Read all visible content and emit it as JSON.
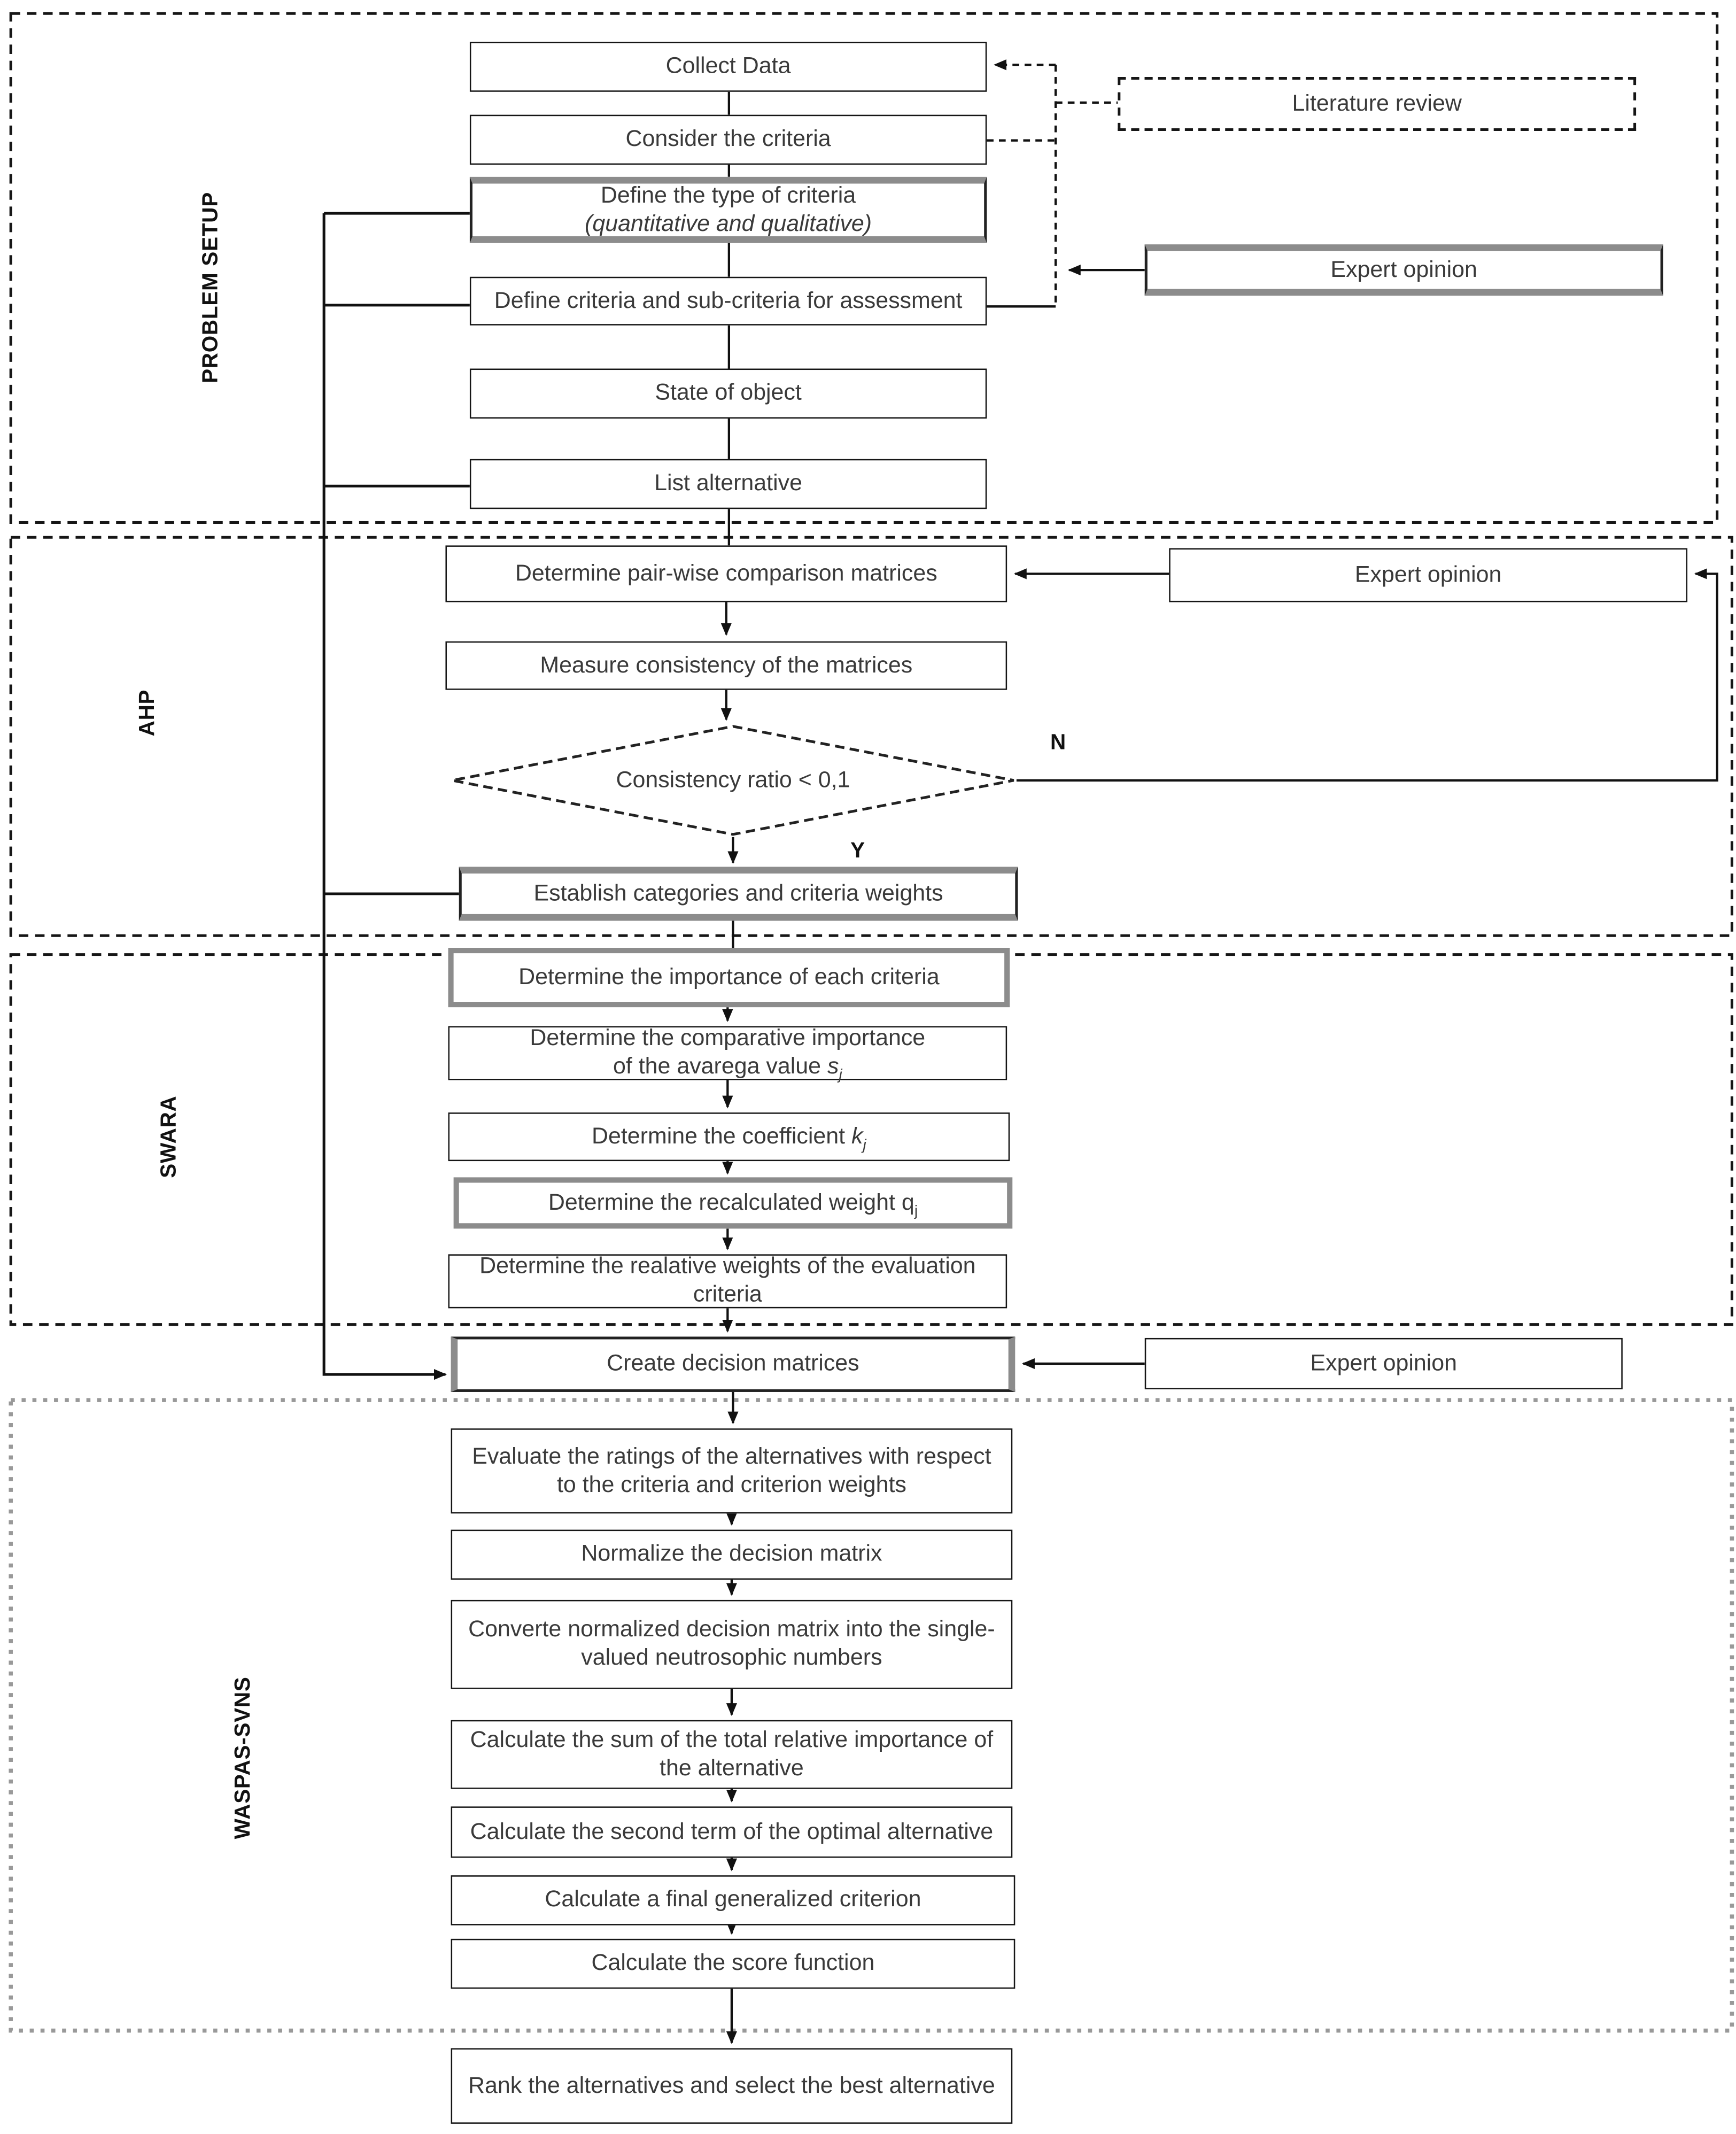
{
  "figure": {
    "type": "methodology-flowchart",
    "colors": {
      "box_border": "#161616",
      "emphasis_border": "#8c8c8c",
      "text": "#3a3a3a",
      "waspas_border_gray": "#999999"
    }
  },
  "sections": [
    {
      "label": "PROBLEM SETUP"
    },
    {
      "label": "AHP"
    },
    {
      "label": "SWARA"
    },
    {
      "label": "WASPAS-SVNS"
    }
  ],
  "nodes": {
    "collect_data": "Collect Data",
    "consider_criteria": "Consider the criteria",
    "define_type": {
      "line1": "Define the type of criteria",
      "line2": "(quantitative and qualitative)"
    },
    "define_criteria": "Define criteria and sub-criteria for assessment",
    "state_of_object": "State of object",
    "list_alternative": "List alternative",
    "literature_review": "Literature review",
    "expert_opinion_1": "Expert opinion",
    "determine_pairwise": "Determine pair-wise comparison matrices",
    "expert_opinion_2": "Expert opinion",
    "measure_consistency": "Measure consistency of the matrices",
    "consistency_decision": "Consistency ratio < 0,1",
    "establish_categories": "Establish categories and criteria weights",
    "determine_importance": "Determine the importance of each criteria",
    "comparative_importance": {
      "line1": "Determine the comparative importance",
      "line2": "of the avarega value ",
      "var": "s",
      "sub": "j"
    },
    "coefficient": {
      "text": "Determine the coefficient ",
      "var": "k",
      "sub": "j"
    },
    "recalculated_weight": {
      "text": "Determine the recalculated weight ",
      "var": "q",
      "sub": "j"
    },
    "relative_weights": "Determine the realative weights of the evaluation criteria",
    "create_decision": "Create decision matrices",
    "expert_opinion_3": "Expert opinion",
    "evaluate_ratings": "Evaluate the ratings of the alternatives with respect to the criteria and criterion weights",
    "normalize": "Normalize the decision matrix",
    "converte": "Converte normalized decision matrix into the single-valued neutrosophic numbers",
    "calc_sum": "Calculate the sum of the total relative importance of the alternative",
    "calc_second": "Calculate the second term of the optimal alternative",
    "calc_final": "Calculate a final generalized criterion",
    "calc_score": "Calculate the score function",
    "rank": "Rank the alternatives and select the best alternative"
  },
  "labels": {
    "no": "N",
    "yes": "Y"
  }
}
